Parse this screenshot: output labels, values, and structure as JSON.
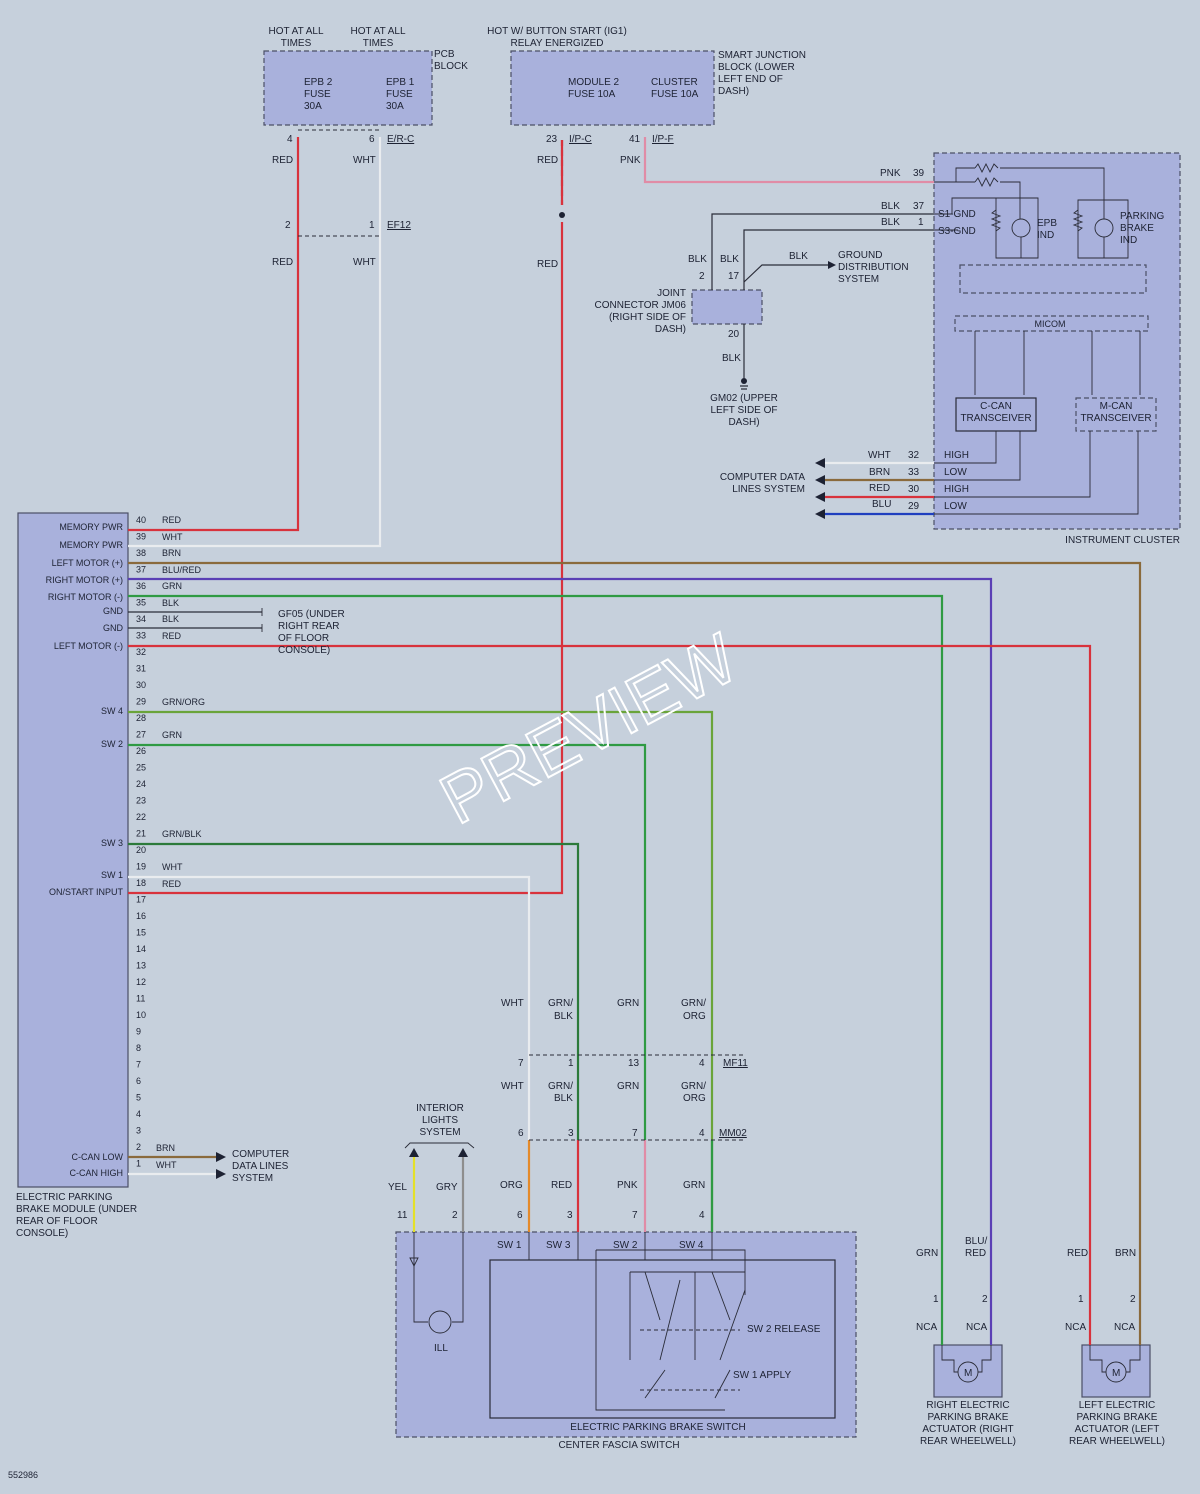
{
  "watermark": "PREVIEW",
  "doc_id": "552986",
  "top_hot": {
    "hot_at_all_times_1": "HOT AT ALL TIMES",
    "hot_at_all_times_2": "HOT AT ALL TIMES",
    "hot_button_start": "HOT W/ BUTTON START (IG1) RELAY ENERGIZED"
  },
  "pcb_block": {
    "title": "PCB BLOCK",
    "fuse1": "EPB 2 FUSE 30A",
    "fuse2": "EPB 1 FUSE 30A",
    "pin_a": "4",
    "pin_b": "6",
    "connector": "E/R-C"
  },
  "smart_junction": {
    "title": "SMART JUNCTION BLOCK (LOWER LEFT END OF DASH)",
    "fuse1": "MODULE 2 FUSE 10A",
    "fuse2": "CLUSTER FUSE 10A",
    "pin_a": "23",
    "conn_a": "I/P-C",
    "pin_b": "41",
    "conn_b": "I/P-F"
  },
  "ef12": {
    "label": "EF12",
    "pin2": "2",
    "pin1": "1"
  },
  "joint_connector": {
    "title": "JOINT CONNECTOR JM06 (RIGHT SIDE OF DASH)",
    "pin2": "2",
    "pin17": "17",
    "pin20": "20"
  },
  "ground_dist": "GROUND DISTRIBUTION SYSTEM",
  "gm02": "GM02 (UPPER LEFT SIDE OF DASH)",
  "instrument_cluster": {
    "title": "INSTRUMENT CLUSTER",
    "s1_gnd": "S1-GND",
    "s3_gnd": "S3-GND",
    "epb_ind": "EPB IND",
    "parking_ind": "PARKING BRAKE IND",
    "micom": "MICOM",
    "c_can": "C-CAN TRANSCEIVER",
    "m_can": "M-CAN TRANSCEIVER",
    "high": "HIGH",
    "low": "LOW",
    "pins": [
      "39",
      "37",
      "1",
      "32",
      "33",
      "30",
      "29"
    ]
  },
  "computer_data_lines": "COMPUTER DATA LINES SYSTEM",
  "module": {
    "title": "ELECTRIC PARKING BRAKE MODULE (UNDER REAR OF FLOOR CONSOLE)",
    "labels": {
      "memory_pwr_1": "MEMORY PWR",
      "memory_pwr_2": "MEMORY PWR",
      "left_motor_pos": "LEFT MOTOR (+)",
      "right_motor_pos": "RIGHT MOTOR (+)",
      "right_motor_neg": "RIGHT MOTOR (-)",
      "gnd_1": "GND",
      "gnd_2": "GND",
      "left_motor_neg": "LEFT MOTOR (-)",
      "sw4": "SW 4",
      "sw2": "SW 2",
      "sw3": "SW 3",
      "sw1": "SW 1",
      "on_start": "ON/START INPUT",
      "c_can_low": "C-CAN LOW",
      "c_can_high": "C-CAN HIGH"
    }
  },
  "gf05": "GF05 (UNDER RIGHT REAR OF FLOOR CONSOLE)",
  "wire_colors": {
    "red": "RED",
    "wht": "WHT",
    "brn": "BRN",
    "blured": "BLU/RED",
    "grn": "GRN",
    "blk": "BLK",
    "grnorg": "GRN/ORG",
    "grnblk": "GRN/BLK",
    "pnk": "PNK",
    "blu": "BLU",
    "yel": "YEL",
    "gry": "GRY",
    "org": "ORG"
  },
  "wire_colors_stacked": {
    "grnblk_a": "GRN/",
    "grnblk_b": "BLK",
    "grnorg_a": "GRN/",
    "grnorg_b": "ORG",
    "blured_a": "BLU/",
    "blured_b": "RED"
  },
  "mf11": "MF11",
  "mm02": "MM02",
  "interior_lights": "INTERIOR LIGHTS SYSTEM",
  "switch": {
    "title": "ELECTRIC PARKING BRAKE SWITCH",
    "sub": "CENTER FASCIA SWITCH",
    "sw1": "SW 1",
    "sw3": "SW 3",
    "sw2": "SW 2",
    "sw4": "SW 4",
    "sw2_release": "SW 2 RELEASE",
    "sw1_apply": "SW 1 APPLY",
    "ill": "ILL"
  },
  "actuators": {
    "right": "RIGHT ELECTRIC PARKING BRAKE ACTUATOR (RIGHT REAR WHEELWELL)",
    "left": "LEFT ELECTRIC PARKING BRAKE ACTUATOR (LEFT REAR WHEELWELL)",
    "nca": "NCA",
    "motor": "M"
  }
}
